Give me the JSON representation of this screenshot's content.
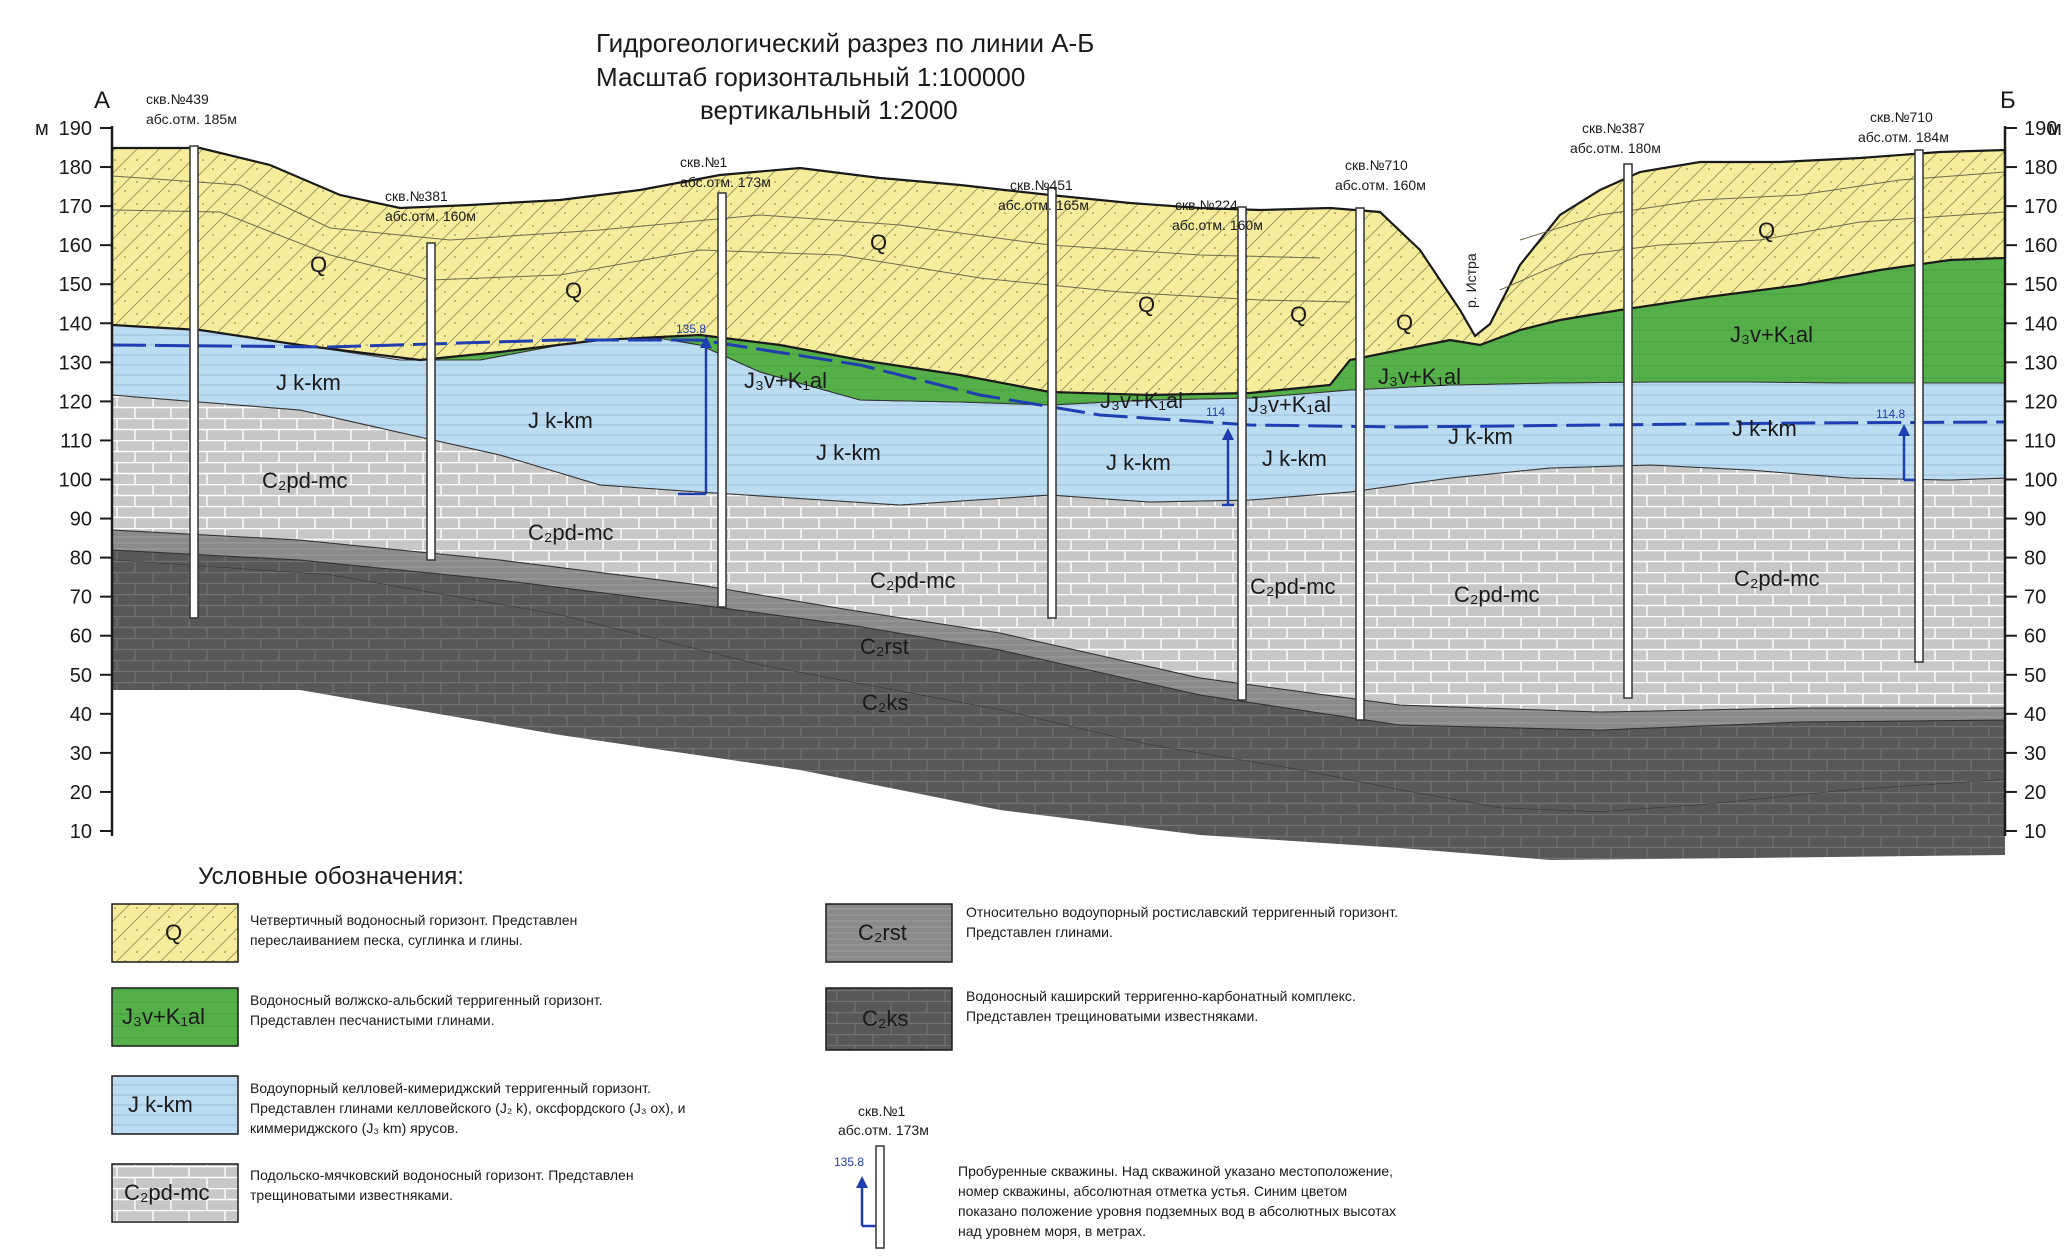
{
  "title": {
    "line1": "Гидрогеологический разрез по линии А-Б",
    "line2": "Масштаб горизонтальный 1:100000",
    "line3": "вертикальный 1:2000"
  },
  "ends": {
    "left": "А",
    "right": "Б"
  },
  "axis": {
    "unit_left": "м",
    "unit_right": "м",
    "ticks": [
      "190",
      "180",
      "170",
      "160",
      "150",
      "140",
      "130",
      "120",
      "110",
      "100",
      "90",
      "80",
      "70",
      "60",
      "50",
      "40",
      "30",
      "20",
      "10"
    ]
  },
  "colors": {
    "q": "#f5ed9c",
    "jv": "#56b04a",
    "jk": "#bcdcf2",
    "c2pd": "#c7c7c7",
    "c2rst": "#8a8a8a",
    "c2ks": "#585858",
    "water": "#1f3fb0"
  },
  "wells": [
    {
      "id": "w439",
      "name": "скв.№439",
      "elev": "абс.отм. 185м",
      "water": ""
    },
    {
      "id": "w381",
      "name": "скв.№381",
      "elev": "абс.отм. 160м",
      "water": ""
    },
    {
      "id": "w1",
      "name": "скв.№1",
      "elev": "абс.отм. 173м",
      "water": "135.8"
    },
    {
      "id": "w451",
      "name": "скв.№451",
      "elev": "абс.отм. 165м",
      "water": ""
    },
    {
      "id": "w224",
      "name": "скв.№224",
      "elev": "абс.отм. 160м",
      "water": "114"
    },
    {
      "id": "w710a",
      "name": "скв.№710",
      "elev": "абс.отм. 160м",
      "water": ""
    },
    {
      "id": "w387",
      "name": "скв.№387",
      "elev": "абс.отм. 180м",
      "water": ""
    },
    {
      "id": "w710b",
      "name": "скв.№710",
      "elev": "абс.отм. 184м",
      "water": "114.8"
    }
  ],
  "river": "р. Истра",
  "units": {
    "q": "Q",
    "jv": "J₃v+K₁al",
    "jk": "J k-km",
    "c2pd": "C₂pd-mc",
    "c2rst": "C₂rst",
    "c2ks": "C₂ks"
  },
  "legend": {
    "title": "Условные обозначения:",
    "q_line1": "Четвертичный водоносный горизонт. Представлен",
    "q_line2": "переслаиванием песка, суглинка и глины.",
    "jv_line1": "Водоносный волжско-альбский терригенный горизонт.",
    "jv_line2": "Представлен песчанистыми глинами.",
    "jk_line1": "Водоупорный келловей-кимериджский терригенный горизонт.",
    "jk_line2": "Представлен глинами келловейского (J₂ k), оксфордского (J₃ ox), и",
    "jk_line3": "киммериджского (J₃ km) ярусов.",
    "c2pd_line1": "Подольско-мячковский водоносный горизонт. Представлен",
    "c2pd_line2": "трещиноватыми известняками.",
    "c2rst_line1": "Относительно водоупорный ростиславский терригенный горизонт.",
    "c2rst_line2": "Представлен глинами.",
    "c2ks_line1": "Водоносный каширский терригенно-карбонатный комплекс.",
    "c2ks_line2": "Представлен трещиноватыми известняками.",
    "well_name": "скв.№1",
    "well_elev": "абс.отм. 173м",
    "well_water": "135.8",
    "well_line1": "Пробуренные скважины. Над скважиной указано местоположение,",
    "well_line2": "номер скважины, абсолютная отметка устья. Синим цветом",
    "well_line3": "показано положение уровня подземных вод в абсолютных высотах",
    "well_line4": "над уровнем моря, в метрах."
  }
}
